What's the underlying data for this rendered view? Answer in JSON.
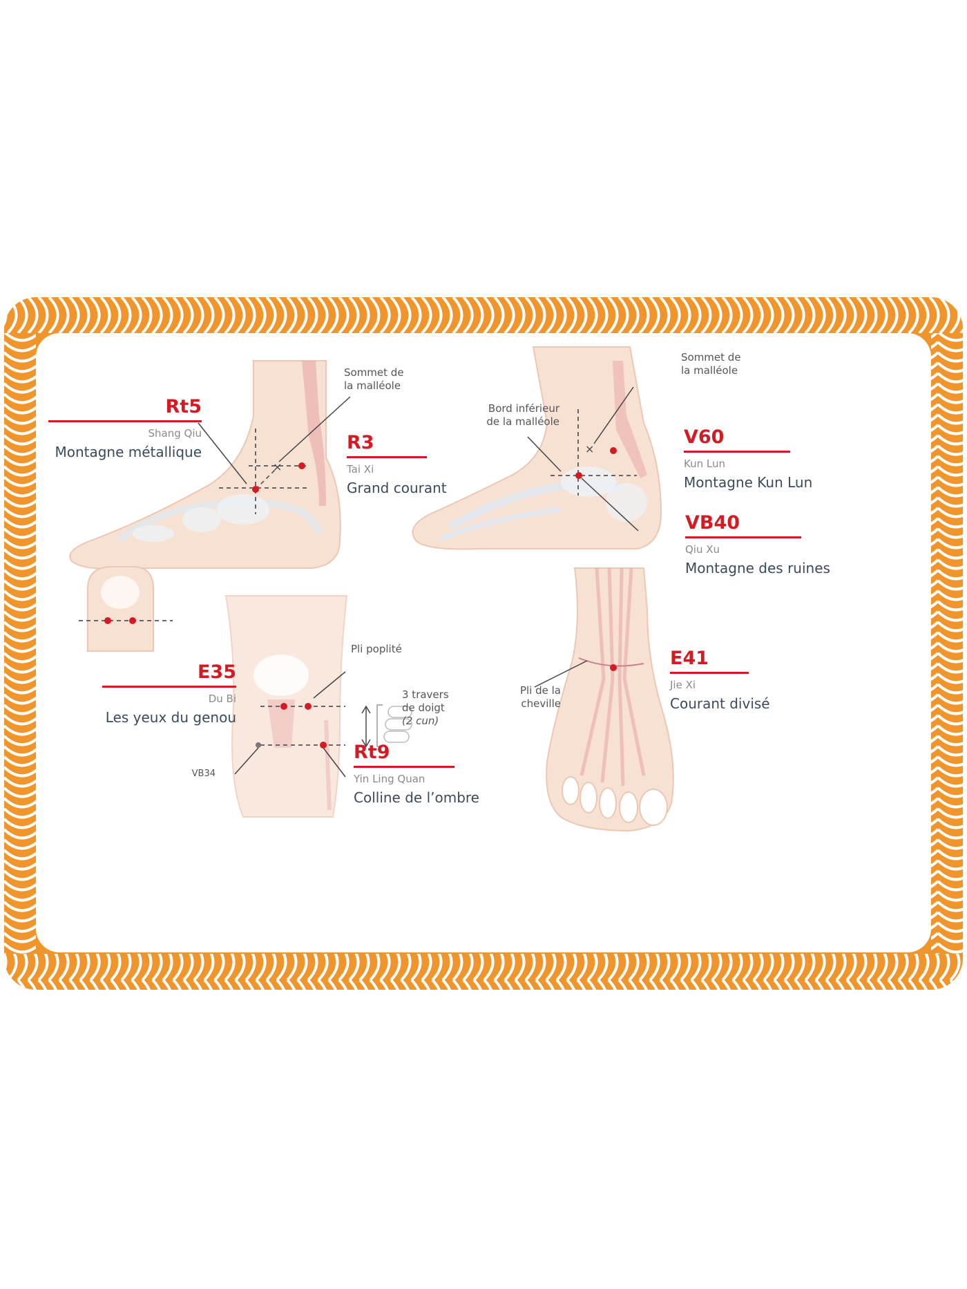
{
  "colors": {
    "frame_orange": "#f0952b",
    "accent_red": "#d41b24",
    "text_dark": "#3a4a5c",
    "text_grey": "#8a8a8a",
    "skin": "#f7e1d3",
    "muscle": "#e8a3a3"
  },
  "points": {
    "rt5": {
      "code": "Rt5",
      "pinyin": "Shang Qiu",
      "translation": "Montagne métallique"
    },
    "r3": {
      "code": "R3",
      "pinyin": "Tai Xi",
      "translation": "Grand courant"
    },
    "v60": {
      "code": "V60",
      "pinyin": "Kun Lun",
      "translation": "Montagne Kun Lun"
    },
    "vb40": {
      "code": "VB40",
      "pinyin": "Qiu Xu",
      "translation": "Montagne des ruines"
    },
    "e35": {
      "code": "E35",
      "pinyin": "Du Bi",
      "translation": "Les yeux du genou"
    },
    "rt9": {
      "code": "Rt9",
      "pinyin": "Yin Ling Quan",
      "translation": "Colline de l’ombre"
    },
    "e41": {
      "code": "E41",
      "pinyin": "Jie Xi",
      "translation": "Courant divisé"
    }
  },
  "notes": {
    "sommet_1_line1": "Sommet de",
    "sommet_1_line2": "la malléole",
    "sommet_2_line1": "Sommet de",
    "sommet_2_line2": "la malléole",
    "bord_line1": "Bord inférieur",
    "bord_line2": "de la malléole",
    "pli_poplite": "Pli poplité",
    "travers_line1": "3 travers",
    "travers_line2": "de doigt",
    "travers_line3": "(2 cun)",
    "vb34": "VB34",
    "pli_cheville_line1": "Pli de la",
    "pli_cheville_line2": "cheville"
  }
}
